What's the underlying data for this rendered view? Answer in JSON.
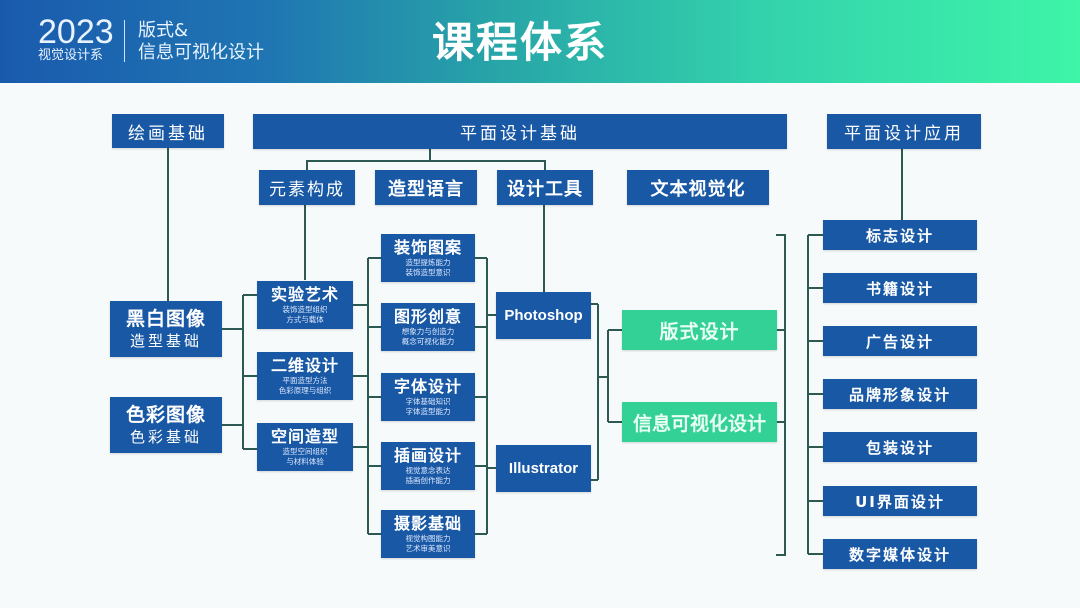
{
  "header": {
    "year": "2023",
    "department": "视觉设计系",
    "subtitle_line1": "版式&",
    "subtitle_line2": "信息可视化设计",
    "title": "课程体系"
  },
  "colors": {
    "box_blue": "#1858a5",
    "box_green": "#33d196",
    "connector": "#2c5a52",
    "header_gradient_start": "#1a5aae",
    "header_gradient_end": "#3ef5a8"
  },
  "top_categories": {
    "painting_basics": "绘画基础",
    "graphic_design_basics": "平面设计基础",
    "graphic_design_application": "平面设计应用"
  },
  "sub_categories": {
    "element_composition": "元素构成",
    "form_language": "造型语言",
    "design_tools": "设计工具",
    "text_visualization": "文本视觉化"
  },
  "painting_courses": [
    {
      "title": "黑白图像",
      "subtitle": "造型基础"
    },
    {
      "title": "色彩图像",
      "subtitle": "色彩基础"
    }
  ],
  "element_courses": [
    {
      "title": "实验艺术",
      "desc1": "装饰造型组织",
      "desc2": "方式与载体"
    },
    {
      "title": "二维设计",
      "desc1": "平面造型方法",
      "desc2": "色彩原理与组织"
    },
    {
      "title": "空间造型",
      "desc1": "造型空间组织",
      "desc2": "与材料体验"
    }
  ],
  "form_courses": [
    {
      "title": "装饰图案",
      "desc1": "造型提炼能力",
      "desc2": "装饰造型意识"
    },
    {
      "title": "图形创意",
      "desc1": "想象力与创造力",
      "desc2": "概念可视化能力"
    },
    {
      "title": "字体设计",
      "desc1": "字体基础知识",
      "desc2": "字体造型能力"
    },
    {
      "title": "插画设计",
      "desc1": "视觉意念表达",
      "desc2": "插画创作能力"
    },
    {
      "title": "摄影基础",
      "desc1": "视觉构图能力",
      "desc2": "艺术审美意识"
    }
  ],
  "tools": [
    "Photoshop",
    "Illustrator"
  ],
  "core_courses": [
    "版式设计",
    "信息可视化设计"
  ],
  "applications": [
    "标志设计",
    "书籍设计",
    "广告设计",
    "品牌形象设计",
    "包装设计",
    "UI界面设计",
    "数字媒体设计"
  ]
}
